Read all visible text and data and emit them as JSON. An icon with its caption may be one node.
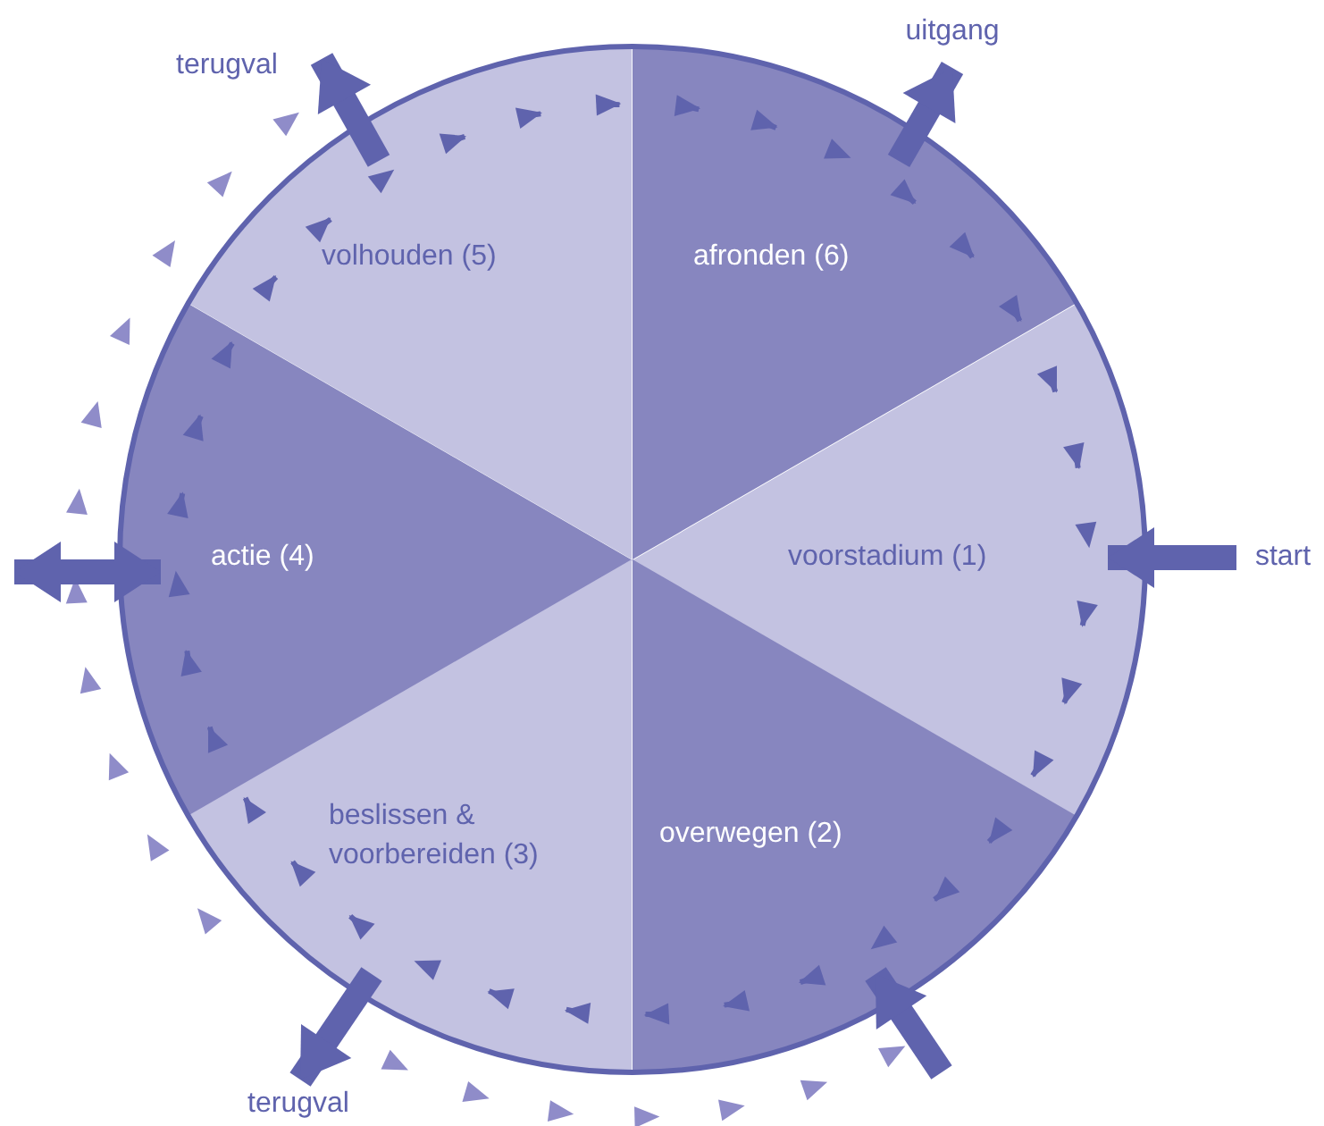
{
  "diagram": {
    "nodes": [
      {
        "text": [
          "terugval"
        ]
      },
      {
        "text": [
          "uitgang"
        ]
      },
      {
        "text": [
          "volhouden (5)"
        ]
      },
      {
        "text": [
          "afronden (6)"
        ]
      },
      {
        "text": [
          "actie (4)"
        ]
      },
      {
        "text": [
          "voorstadium (1)"
        ]
      },
      {
        "text": [
          "start"
        ]
      },
      {
        "text": [
          "beslissen & voorbereiden (3)"
        ]
      },
      {
        "text": [
          "overwegen (2)"
        ]
      },
      {
        "text": [
          "terugval"
        ]
      }
    ],
    "edges": [
      {
        "from": 5,
        "to": 8,
        "arrow": "to",
        "style": "dashed"
      },
      {
        "from": 8,
        "to": 7,
        "arrow": "to",
        "style": "dashed"
      },
      {
        "from": 7,
        "to": 4,
        "arrow": "to",
        "style": "dashed"
      },
      {
        "from": 4,
        "to": 2,
        "arrow": "to",
        "style": "dashed"
      },
      {
        "from": 2,
        "to": 3,
        "arrow": "to",
        "style": "dashed"
      },
      {
        "from": 3,
        "to": 5,
        "arrow": "to",
        "style": "dashed"
      },
      {
        "from": 6,
        "to": 5,
        "arrow": "to",
        "style": "thick"
      },
      {
        "from": 3,
        "to": 1,
        "arrow": "to",
        "style": "thick"
      },
      {
        "from": 2,
        "to": 0,
        "arrow": "to",
        "style": "thick"
      },
      {
        "from": 7,
        "to": 9,
        "arrow": "to",
        "style": "thick"
      },
      {
        "from": null,
        "to": 8,
        "arrow": "to",
        "style": "thick"
      },
      {
        "from": 4,
        "to": null,
        "arrow": "both",
        "style": "thick"
      }
    ]
  }
}
